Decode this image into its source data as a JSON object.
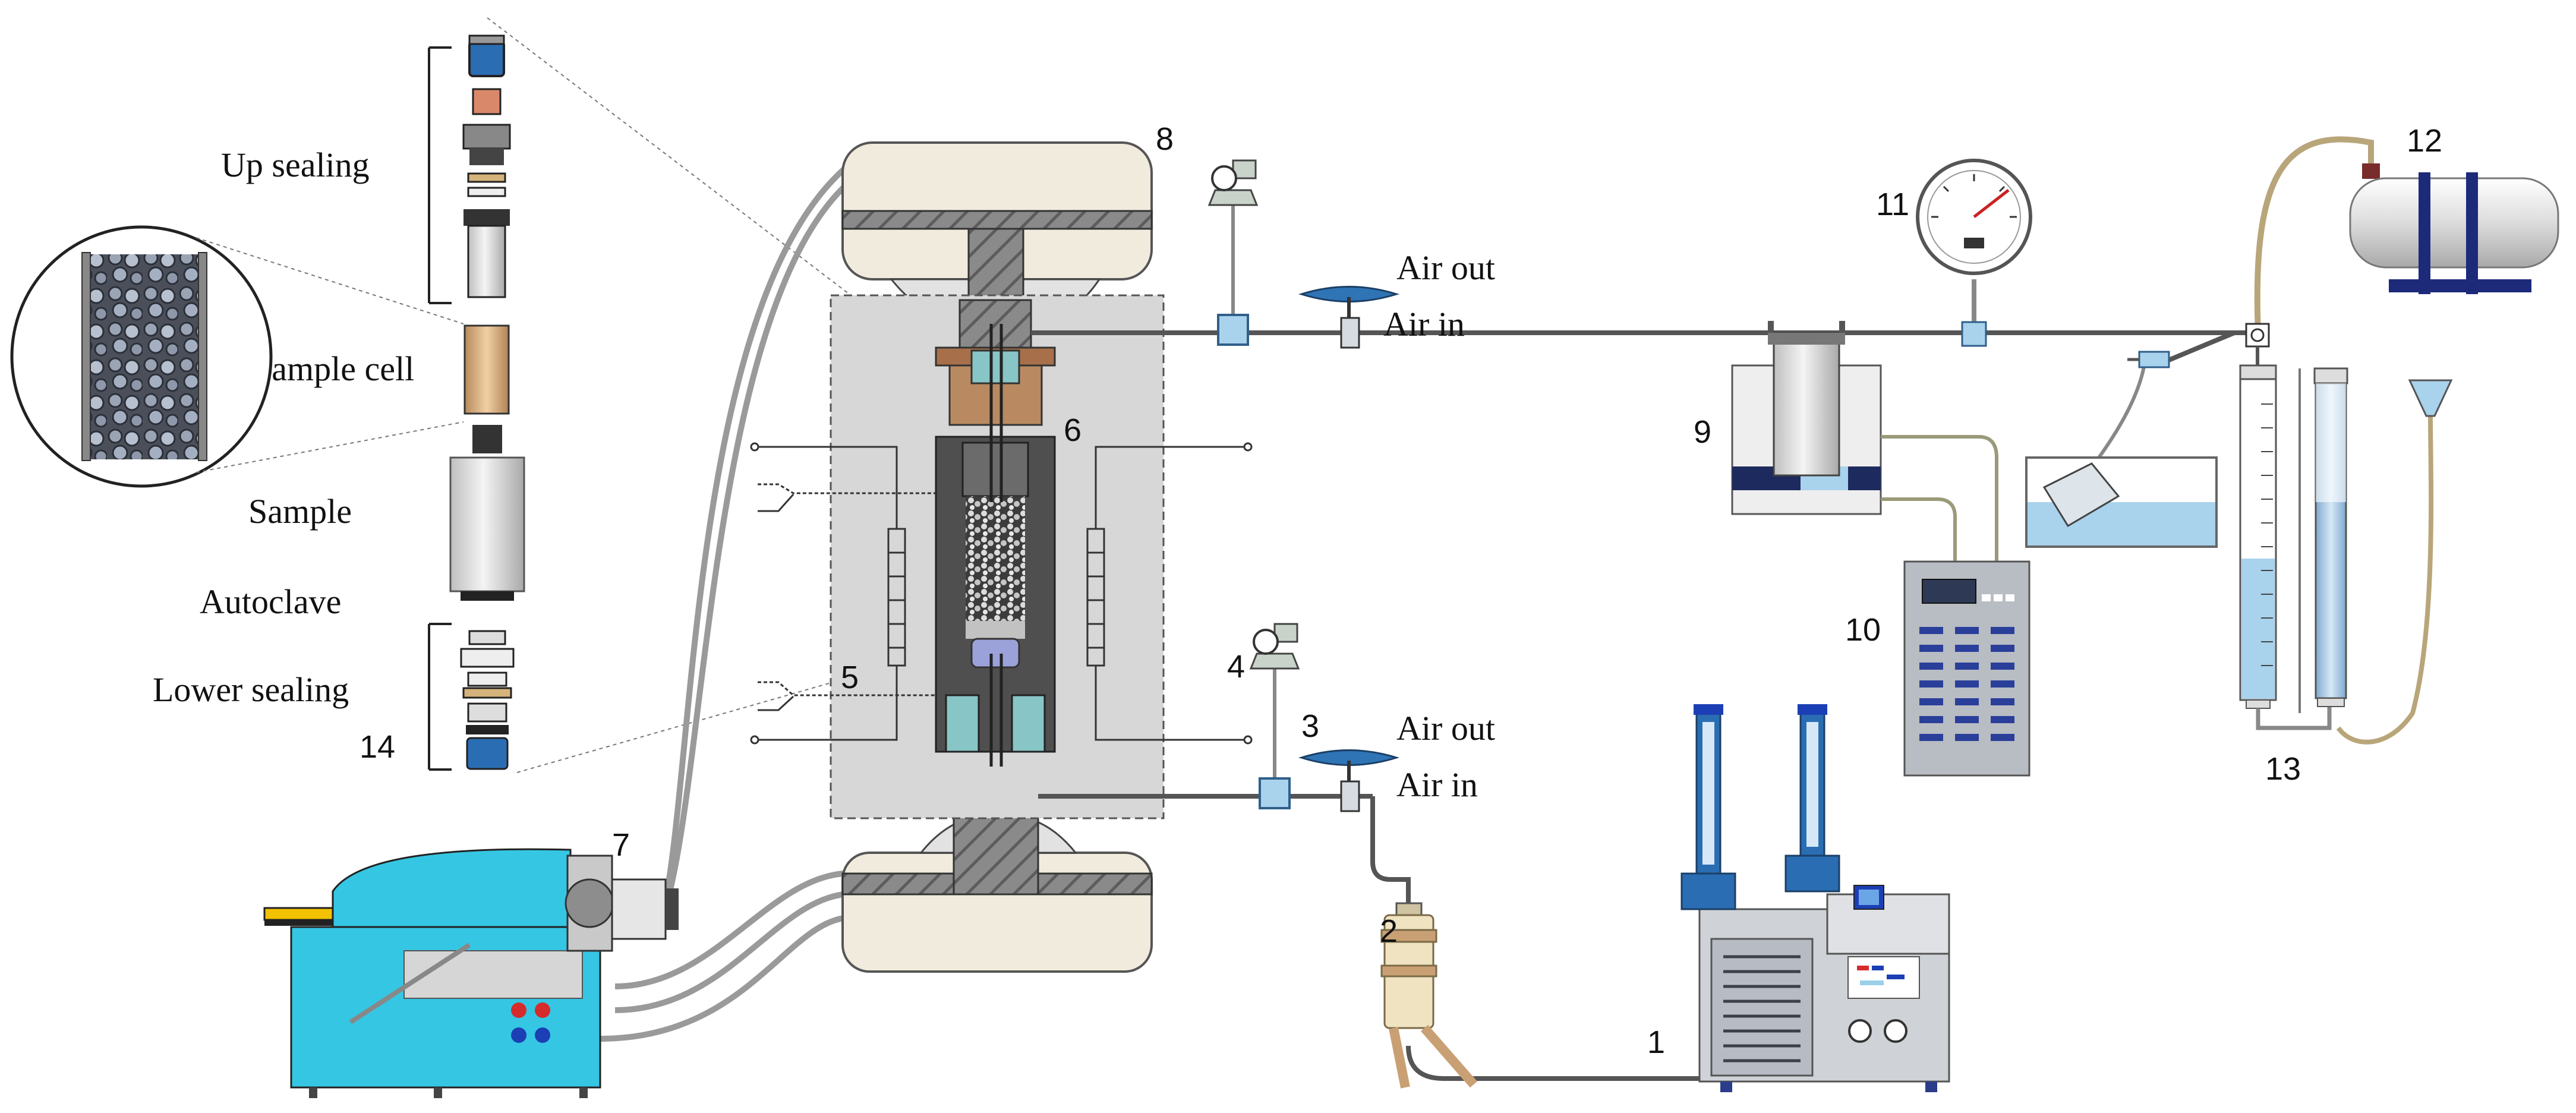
{
  "labels": {
    "up_sealing": "Up sealing",
    "sample_cell": "Sample cell",
    "sample": "Sample",
    "autoclave": "Autoclave",
    "lower_sealing": "Lower sealing",
    "air_out_top": "Air out",
    "air_in_top": "Air in",
    "air_out_bottom": "Air out",
    "air_in_bottom": "Air in"
  },
  "numbers": {
    "n1": "1",
    "n2": "2",
    "n3": "3",
    "n4": "4",
    "n5": "5",
    "n6": "6",
    "n7": "7",
    "n8": "8",
    "n9": "9",
    "n10": "10",
    "n11": "11",
    "n12": "12",
    "n13": "13",
    "n14": "14"
  },
  "colors": {
    "vessel_gray": "#4f4f4f",
    "hatch": "#777777",
    "cream": "#f1ebdd",
    "cyan_device": "#35c6e3",
    "valve_blue": "#2f74b5",
    "water_blue": "#a9d2ec",
    "dashed_box": "#d7d7d7",
    "copper": "#c9a074"
  }
}
